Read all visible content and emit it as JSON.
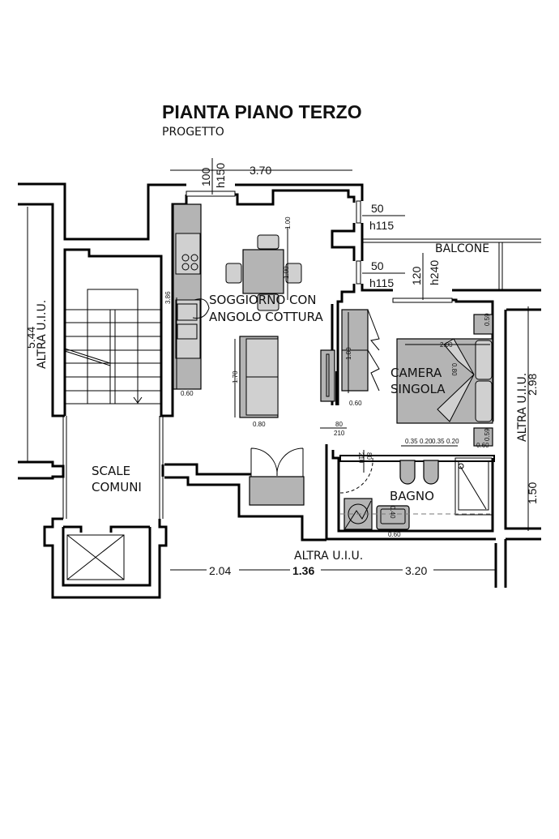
{
  "header": {
    "title": "PIANTA PIANO TERZO",
    "subtitle": "PROGETTO"
  },
  "rooms": {
    "living_line1": "SOGGIORNO CON",
    "living_line2": "ANGOLO COTTURA",
    "bedroom_line1": "CAMERA",
    "bedroom_line2": "SINGOLA",
    "bathroom": "BAGNO",
    "stairs_line1": "SCALE",
    "stairs_line2": "COMUNI",
    "balcony": "BALCONE"
  },
  "neighbors": {
    "left": "ALTRA U.I.U.",
    "right": "ALTRA U.I.U.",
    "bottom": "ALTRA U.I.U."
  },
  "dimensions": {
    "top_width": "3.70",
    "top_window_width": "100",
    "top_window_height": "h150",
    "right_window1_width": "50",
    "right_window1_height": "h115",
    "right_window2_width": "50",
    "right_window2_height": "h115",
    "balcony_door_width": "120",
    "balcony_door_height": "h240",
    "left_height": "5.44",
    "right_upper": "2.98",
    "right_lower": "1.50",
    "bottom_1": "2.04",
    "bottom_2": "1.36",
    "bottom_3": "3.20"
  },
  "furniture_dims": {
    "table_depth": "1.00",
    "table_width": "1.00",
    "kitchen_length": "3.86",
    "kitchen_depth": "0.60",
    "sofa_length": "1.70",
    "sofa_depth": "0.80",
    "wardrobe_length": "1.80",
    "wardrobe_depth": "0.60",
    "bedroom_door_width": "80",
    "bedroom_door_height": "210",
    "bed_length": "2.00",
    "bed_width": "0.80",
    "nightstand_top": "0.59",
    "nightstand_bottom": "0.59",
    "nightstand_depth": "0.60",
    "bath_fixtures": [
      "0.35",
      "0.20",
      "0.35",
      "0.20"
    ],
    "bath_door_width": "80",
    "bath_door_height": "210",
    "sink_depth": "0.40",
    "sink_width": "0.60"
  }
}
